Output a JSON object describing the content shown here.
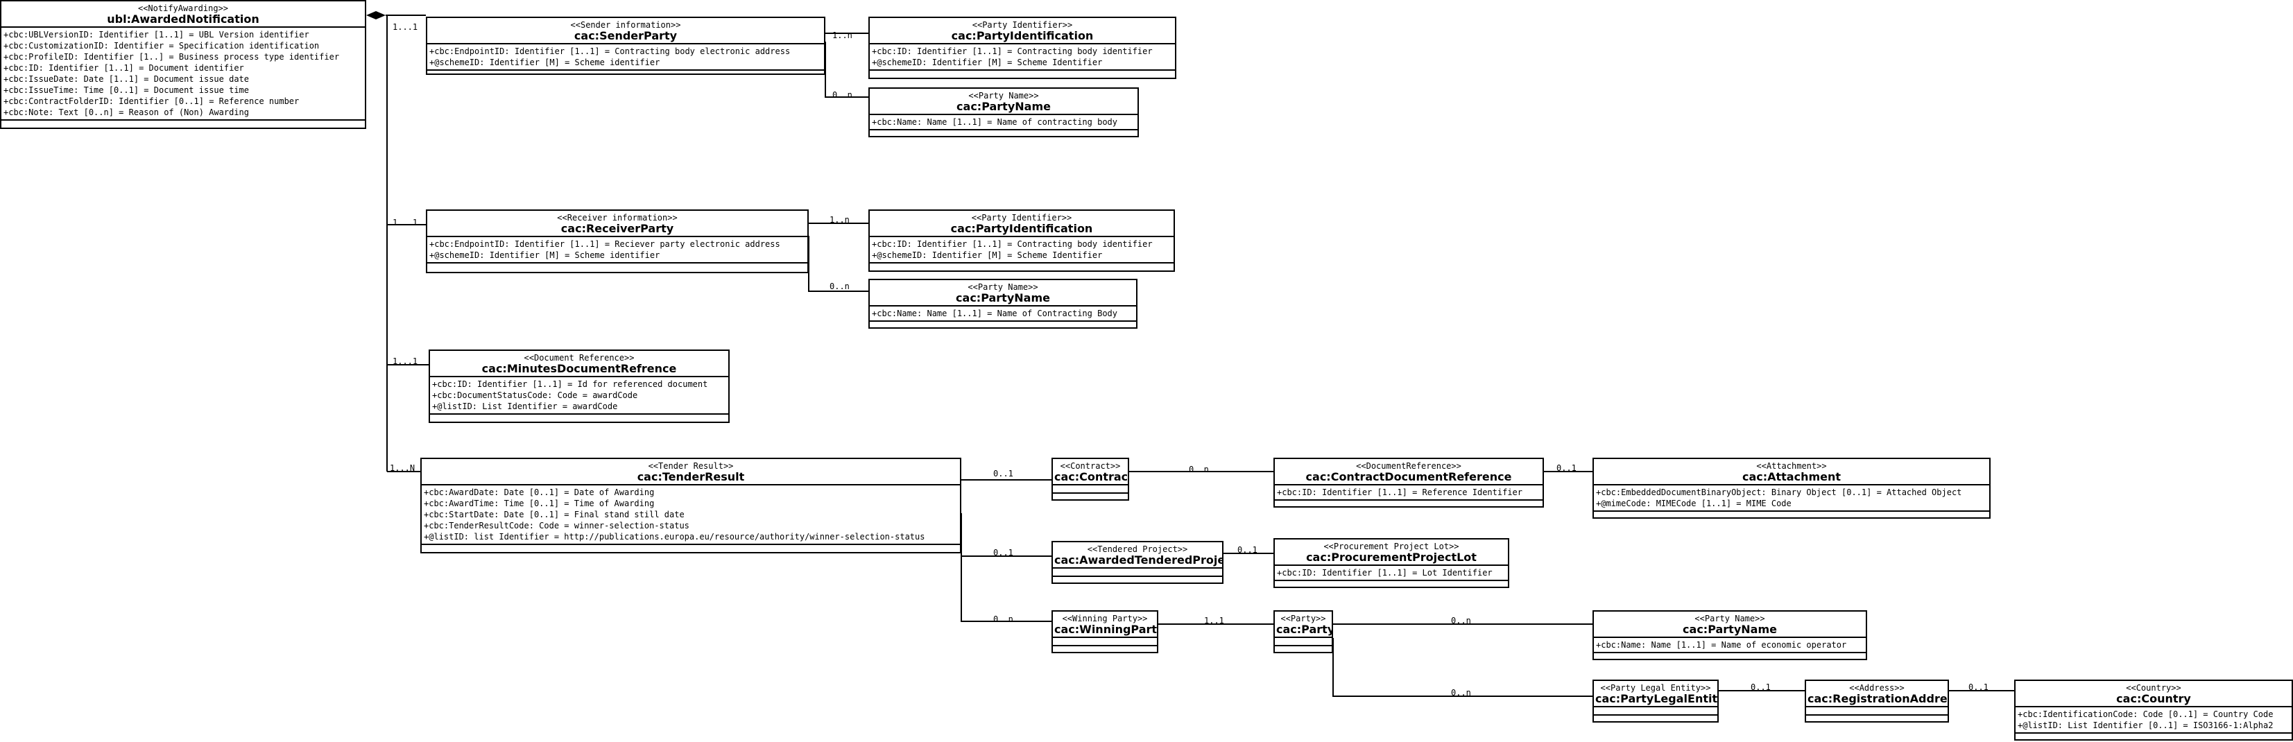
{
  "classes": {
    "awarded": {
      "stereotype": "<<NotifyAwarding>>",
      "name": "ubl:AwardedNotification",
      "attrs": [
        "+cbc:UBLVersionID: Identifier [1..1] = UBL Version identifier",
        "+cbc:CustomizationID: Identifier = Specification identification",
        "+cbc:ProfileID: Identifier [1..] = Business process type identifier",
        "+cbc:ID: Identifier [1..1] = Document identifier",
        "+cbc:IssueDate: Date [1..1] = Document issue date",
        "+cbc:IssueTime: Time [0..1] = Document issue time",
        "+cbc:ContractFolderID: Identifier [0..1] = Reference number",
        "+cbc:Note: Text [0..n] = Reason of (Non) Awarding"
      ]
    },
    "sender": {
      "stereotype": "<<Sender information>>",
      "name": "cac:SenderParty",
      "attrs": [
        "+cbc:EndpointID: Identifier [1..1] = Contracting body  electronic address",
        "+@schemeID: Identifier [M] = Scheme identifier"
      ]
    },
    "sender_pid": {
      "stereotype": "<<Party Identifier>>",
      "name": "cac:PartyIdentification",
      "attrs": [
        "+cbc:ID: Identifier [1..1] = Contracting body identifier",
        "+@schemeID: Identifier [M] = Scheme Identifier"
      ]
    },
    "sender_pname": {
      "stereotype": "<<Party Name>>",
      "name": "cac:PartyName",
      "attrs": [
        "+cbc:Name: Name [1..1] = Name of contracting body"
      ]
    },
    "receiver": {
      "stereotype": "<<Receiver information>>",
      "name": "cac:ReceiverParty",
      "attrs": [
        "+cbc:EndpointID: Identifier [1..1] = Reciever party electronic address",
        "+@schemeID: Identifier [M] = Scheme identifier"
      ]
    },
    "receiver_pid": {
      "stereotype": "<<Party Identifier>>",
      "name": "cac:PartyIdentification",
      "attrs": [
        "+cbc:ID: Identifier [1..1] = Contracting body identifier",
        "+@schemeID: Identifier [M] = Scheme Identifier"
      ]
    },
    "receiver_pname": {
      "stereotype": "<<Party Name>>",
      "name": "cac:PartyName",
      "attrs": [
        "+cbc:Name: Name [1..1] = Name of Contracting Body"
      ]
    },
    "minutes": {
      "stereotype": "<<Document Reference>>",
      "name": "cac:MinutesDocumentRefrence",
      "attrs": [
        "+cbc:ID: Identifier [1..1] = Id for referenced document",
        "+cbc:DocumentStatusCode: Code = awardCode",
        "+@listID: List Identifier = awardCode"
      ]
    },
    "tender": {
      "stereotype": "<<Tender Result>>",
      "name": "cac:TenderResult",
      "attrs": [
        "+cbc:AwardDate: Date [0..1] = Date of Awarding",
        "+cbc:AwardTime: Time [0..1] = Time of Awarding",
        "+cbc:StartDate: Date [0..1] = Final stand still date",
        "+cbc:TenderResultCode: Code = winner-selection-status",
        "+@listID: list Identifier = http://publications.europa.eu/resource/authority/winner-selection-status"
      ]
    },
    "contract": {
      "stereotype": "<<Contract>>",
      "name": "cac:Contract",
      "attrs": []
    },
    "contractdoc": {
      "stereotype": "<<DocumentReference>>",
      "name": "cac:ContractDocumentReference",
      "attrs": [
        "+cbc:ID: Identifier [1..1] = Reference Identifier"
      ]
    },
    "attachment": {
      "stereotype": "<<Attachment>>",
      "name": "cac:Attachment",
      "attrs": [
        "+cbc:EmbeddedDocumentBinaryObject: Binary Object [0..1] = Attached Object",
        "+@mimeCode: MIMECode [1..1] = MIME Code"
      ]
    },
    "awardedproject": {
      "stereotype": "<<Tendered Project>>",
      "name": "cac:AwardedTenderedProject",
      "attrs": []
    },
    "lot": {
      "stereotype": "<<Procurement Project Lot>>",
      "name": "cac:ProcurementProjectLot",
      "attrs": [
        "+cbc:ID: Identifier [1..1] = Lot Identifier"
      ]
    },
    "winning": {
      "stereotype": "<<Winning Party>>",
      "name": "cac:WinningParty",
      "attrs": []
    },
    "party": {
      "stereotype": "<<Party>>",
      "name": "cac:Party",
      "attrs": []
    },
    "party_pname": {
      "stereotype": "<<Party Name>>",
      "name": "cac:PartyName",
      "attrs": [
        "+cbc:Name: Name [1..1] = Name of economic operator"
      ]
    },
    "legal": {
      "stereotype": "<<Party Legal Entity>>",
      "name": "cac:PartyLegalEntity",
      "attrs": []
    },
    "regaddr": {
      "stereotype": "<<Address>>",
      "name": "cac:RegistrationAddress",
      "attrs": []
    },
    "country": {
      "stereotype": "<<Country>>",
      "name": "cac:Country",
      "attrs": [
        "+cbc:IdentificationCode: Code [0..1] = Country Code",
        "+@listID: List Identifier [0..1] = ISO3166-1:Alpha2"
      ]
    }
  },
  "multiplicities": {
    "m_sender": "1...1",
    "m_sender_pid": "1..n",
    "m_sender_pname": "0..n",
    "m_receiver": "1...1",
    "m_receiver_pid": "1..n",
    "m_receiver_pname": "0..n",
    "m_minutes": "1...1",
    "m_tender": "1...N",
    "m_contract": "0..1",
    "m_contractdoc": "0..n",
    "m_attachment": "0..1",
    "m_awardedproject": "0..1",
    "m_lot": "0..1",
    "m_winning": "0..n",
    "m_party": "1..1",
    "m_party_pname": "0..n",
    "m_legal": "0..n",
    "m_regaddr": "0..1",
    "m_country": "0..1"
  }
}
